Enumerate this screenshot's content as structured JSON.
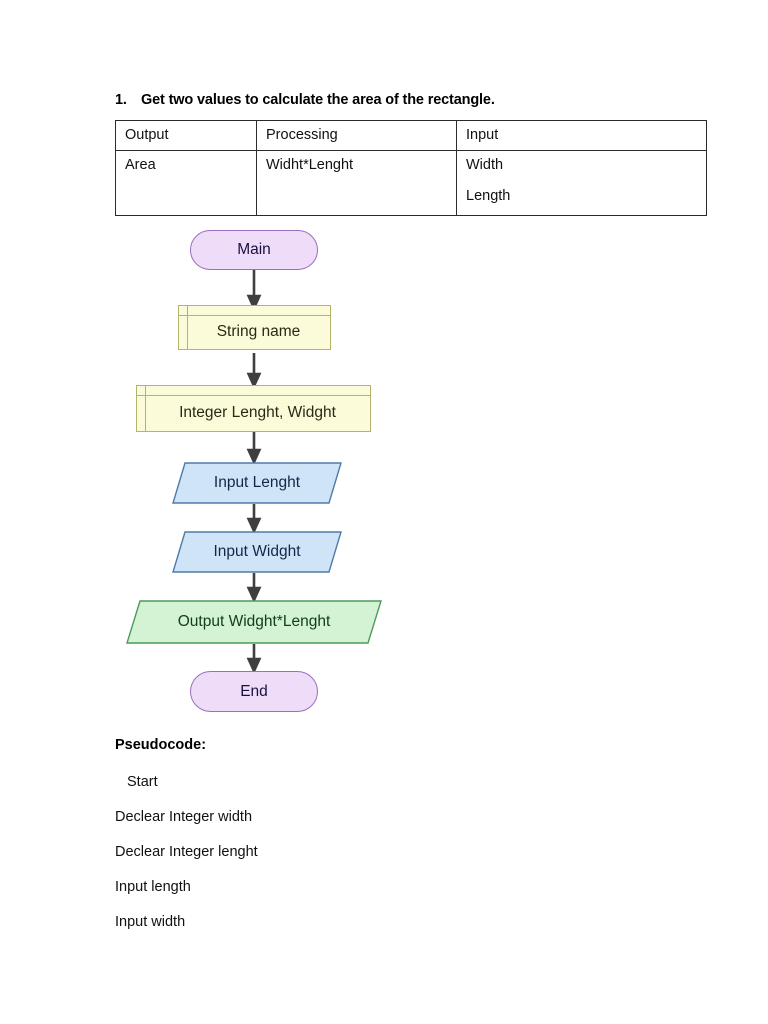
{
  "heading": {
    "number": "1.",
    "text": "Get two values to calculate the area of the rectangle."
  },
  "table": {
    "headers": [
      "Output",
      "Processing",
      "Input"
    ],
    "rows": [
      {
        "output": "Area",
        "processing": "Widht*Lenght",
        "input_line1": "Width",
        "input_line2": "Length"
      }
    ]
  },
  "flowchart": {
    "nodes": [
      {
        "id": "start",
        "label": "Main",
        "shape": "terminator",
        "fill": "#eedcf9",
        "stroke": "#9a6fbf"
      },
      {
        "id": "decl1",
        "label": "String name",
        "shape": "declaration",
        "fill": "#fbfbda",
        "stroke": "#b3b36b"
      },
      {
        "id": "decl2",
        "label": "Integer Lenght, Widght",
        "shape": "declaration",
        "fill": "#fbfbda",
        "stroke": "#b3b36b"
      },
      {
        "id": "input1",
        "label": "Input Lenght",
        "shape": "parallelogram",
        "fill": "#cfe4f7",
        "stroke": "#4f7ba8"
      },
      {
        "id": "input2",
        "label": "Input Widght",
        "shape": "parallelogram",
        "fill": "#cfe4f7",
        "stroke": "#4f7ba8"
      },
      {
        "id": "output1",
        "label": "Output Widght*Lenght",
        "shape": "parallelogram",
        "fill": "#d4f2d4",
        "stroke": "#4f9a5a"
      },
      {
        "id": "end",
        "label": "End",
        "shape": "terminator",
        "fill": "#eedcf9",
        "stroke": "#9a6fbf"
      }
    ],
    "connector_color": "#3f3f3f"
  },
  "pseudocode": {
    "title": "Pseudocode:",
    "lines": [
      "Start",
      "Declear Integer width",
      "Declear Integer lenght",
      "Input length",
      "Input width"
    ]
  }
}
